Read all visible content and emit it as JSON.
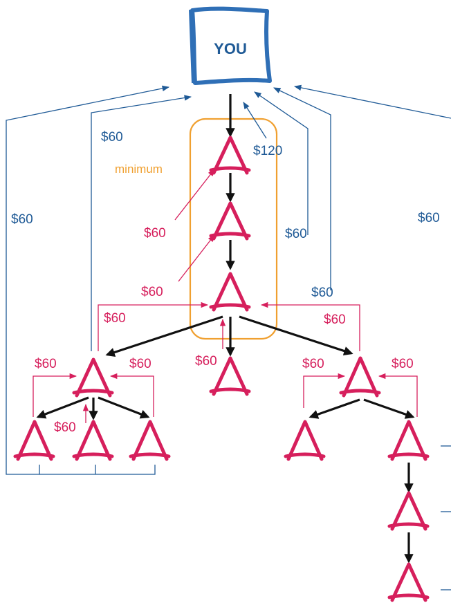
{
  "colors": {
    "blue": "#1f5a96",
    "you_box": "#2f6fb6",
    "pink": "#d61f5c",
    "black": "#111111",
    "orange": "#f0a030"
  },
  "you": {
    "label": "YOU"
  },
  "minimum_label": "minimum",
  "labels": {
    "blue_far_left": "$60",
    "blue_left": "$60",
    "blue_top_right": "$120",
    "blue_center_right": "$60",
    "blue_mid_right": "$60",
    "blue_far_right": "$60",
    "pink_upper": "$60",
    "pink_lower": "$60",
    "pink_into_center_left": "$60",
    "pink_into_center_right": "$60",
    "pink_center_child": "$60",
    "pink_left_sub_left": "$60",
    "pink_left_sub_right": "$60",
    "pink_left_sub_child": "$60",
    "pink_right_sub_left": "$60",
    "pink_right_sub_right": "$60"
  },
  "icons": {
    "person": "triangle-person-icon",
    "you": "you-box-icon"
  }
}
